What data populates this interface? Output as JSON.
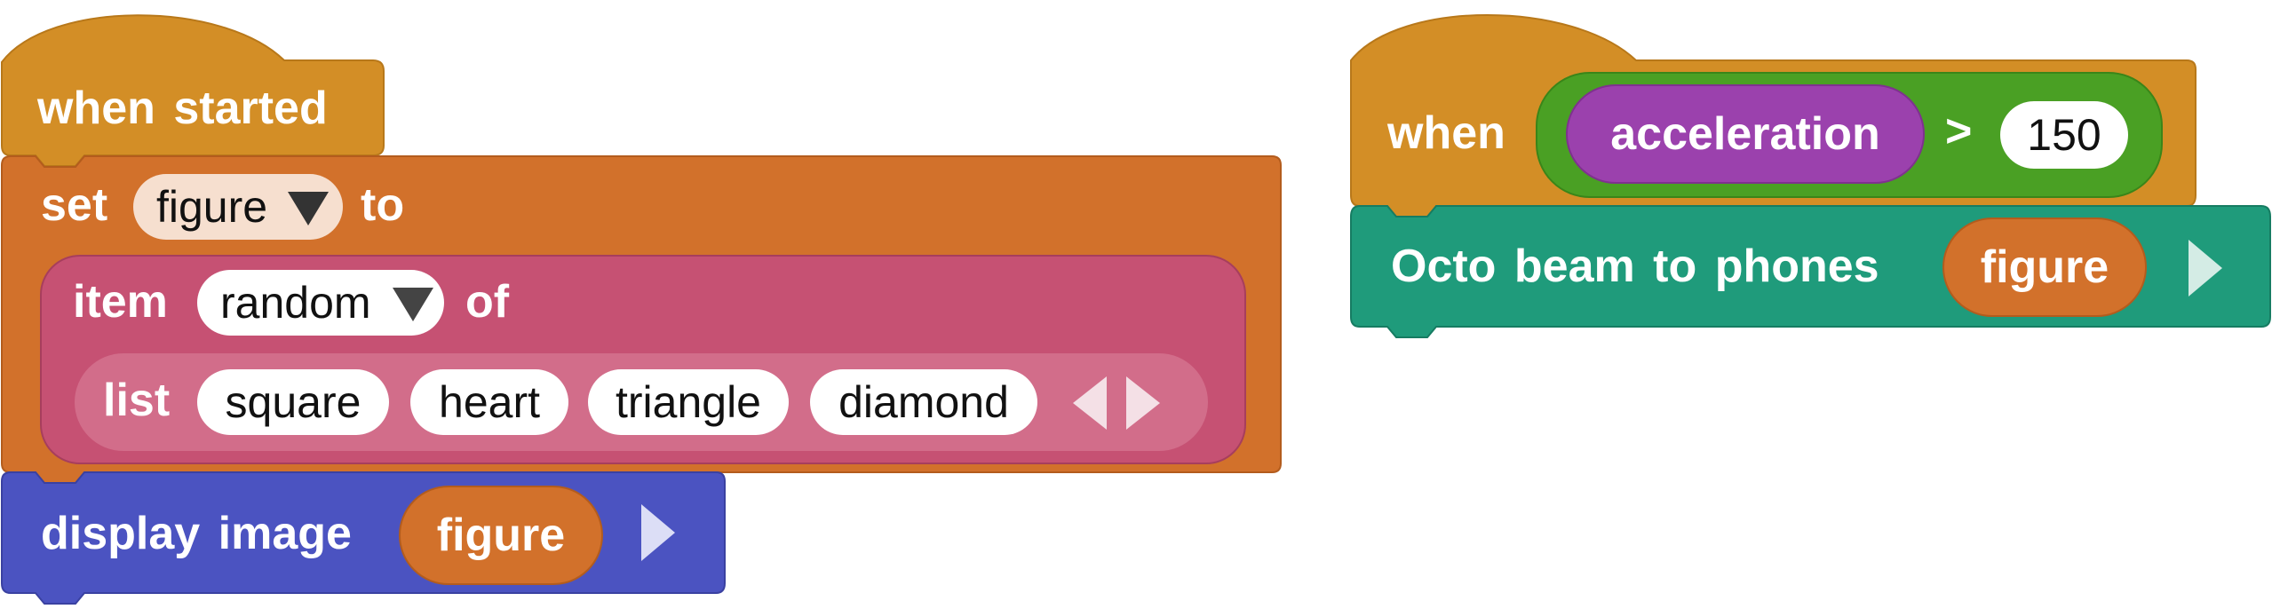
{
  "colors": {
    "event": "#d38e26",
    "event_stroke": "#b8781a",
    "variable": "#d2712b",
    "variable_stroke": "#b35c1d",
    "list": "#c65173",
    "list_stroke": "#a73e5d",
    "list_inner": "#d26d8a",
    "display": "#4b53c1",
    "display_stroke": "#3a41a1",
    "octo": "#1f9b7b",
    "octo_stroke": "#167c62",
    "compare": "#4aa024",
    "compare_stroke": "#3a8519",
    "sensor": "#9b41ad",
    "sensor_stroke": "#7f318f",
    "dropdown_light": "#f6dfcf"
  },
  "script1": {
    "hat_label": "when started",
    "set_label": "set",
    "set_variable": "figure",
    "to_label": "to",
    "item_label": "item",
    "item_index": "random",
    "of_label": "of",
    "list_label": "list",
    "list_items": [
      "square",
      "heart",
      "triangle",
      "diamond"
    ],
    "display_label": "display image",
    "display_arg": "figure"
  },
  "script2": {
    "hat_label": "when",
    "sensor_label": "acceleration",
    "operator": ">",
    "threshold": "150",
    "beam_label": "Octo beam to phones",
    "beam_arg": "figure"
  }
}
